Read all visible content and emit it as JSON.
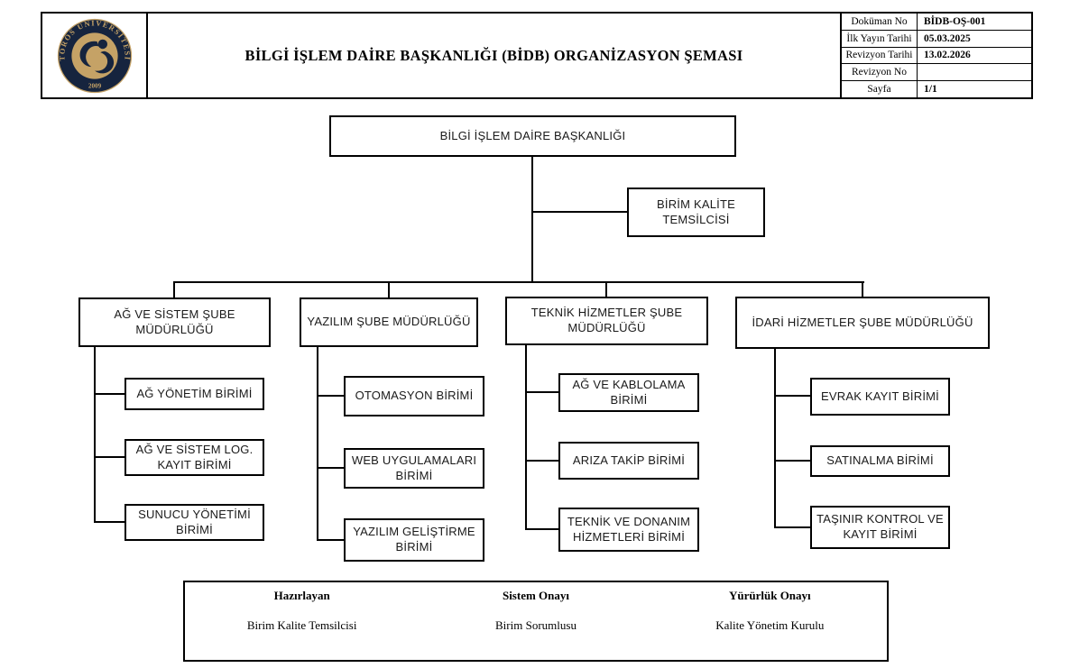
{
  "header": {
    "title": "BİLGİ İŞLEM DAİRE BAŞKANLIĞI (BİDB) ORGANİZASYON ŞEMASI",
    "logo": {
      "organization": "TOROS ÜNİVERSİTESİ",
      "year": "2009"
    },
    "doc_table": {
      "rows": [
        {
          "label": "Doküman No",
          "value": "BİDB-OŞ-001"
        },
        {
          "label": "İlk Yayın Tarihi",
          "value": "05.03.2025"
        },
        {
          "label": "Revizyon Tarihi",
          "value": "13.02.2026"
        },
        {
          "label": "Revizyon No",
          "value": ""
        },
        {
          "label": "Sayfa",
          "value": "1/1"
        }
      ]
    }
  },
  "chart": {
    "root": "BİLGİ İŞLEM DAİRE BAŞKANLIĞI",
    "staff_unit": "BİRİM KALİTE TEMSİLCİSİ",
    "branches": [
      {
        "title": "AĞ VE SİSTEM ŞUBE MÜDÜRLÜĞÜ",
        "units": [
          "AĞ YÖNETİM BİRİMİ",
          "AĞ VE SİSTEM LOG. KAYIT BİRİMİ",
          "SUNUCU YÖNETİMİ BİRİMİ"
        ]
      },
      {
        "title": "YAZILIM ŞUBE MÜDÜRLÜĞÜ",
        "units": [
          "OTOMASYON BİRİMİ",
          "WEB UYGULAMALARI BİRİMİ",
          "YAZILIM GELİŞTİRME BİRİMİ"
        ]
      },
      {
        "title": "TEKNİK HİZMETLER ŞUBE MÜDÜRLÜĞÜ",
        "units": [
          "AĞ VE KABLOLAMA BİRİMİ",
          "ARIZA TAKİP BİRİMİ",
          "TEKNİK VE DONANIM HİZMETLERİ BİRİMİ"
        ]
      },
      {
        "title": "İDARİ HİZMETLER ŞUBE MÜDÜRLÜĞÜ",
        "units": [
          "EVRAK KAYIT BİRİMİ",
          "SATINALMA BİRİMİ",
          "TAŞINIR KONTROL VE KAYIT BİRİMİ"
        ]
      }
    ]
  },
  "footer": {
    "columns": [
      {
        "label": "Hazırlayan",
        "value": "Birim Kalite Temsilcisi"
      },
      {
        "label": "Sistem Onayı",
        "value": "Birim Sorumlusu"
      },
      {
        "label": "Yürürlük Onayı",
        "value": "Kalite Yönetim Kurulu"
      }
    ]
  },
  "colors": {
    "logo_navy": "#16243e",
    "logo_gold": "#c5a266",
    "line_black": "#000000",
    "background": "#ffffff"
  }
}
